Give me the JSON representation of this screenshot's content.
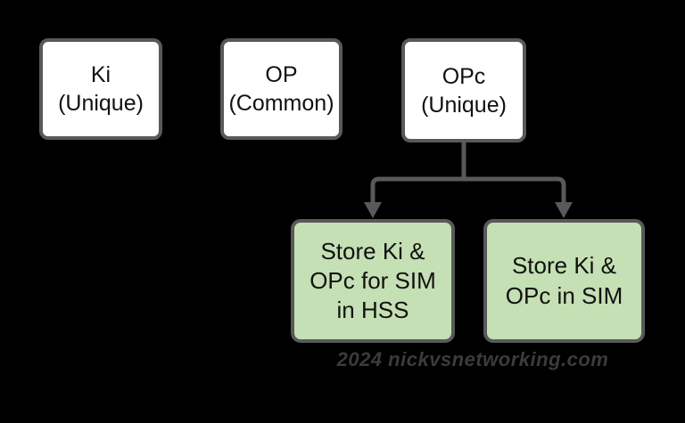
{
  "diagram": {
    "nodes": {
      "ki": {
        "label": "Ki\n(Unique)",
        "kind": "key-input"
      },
      "op": {
        "label": "OP\n(Common)",
        "kind": "key-input"
      },
      "opc": {
        "label": "OPc\n(Unique)",
        "kind": "key-input"
      },
      "store_hss": {
        "label": "Store Ki &\nOPc for SIM\nin HSS",
        "kind": "storage-action"
      },
      "store_sim": {
        "label": "Store Ki &\nOPc in SIM",
        "kind": "storage-action"
      }
    },
    "edges": [
      {
        "from": "opc",
        "to": "store_hss",
        "style": "arrow"
      },
      {
        "from": "opc",
        "to": "store_sim",
        "style": "arrow"
      }
    ],
    "watermark": "2024 nickvsnetworking.com"
  },
  "colors": {
    "background": "#000000",
    "white_node_fill": "#ffffff",
    "green_node_fill": "#c5e0b4",
    "node_border": "#595959",
    "connector": "#595959",
    "node_text": "#111111",
    "watermark_text": "#3b3b3d"
  }
}
